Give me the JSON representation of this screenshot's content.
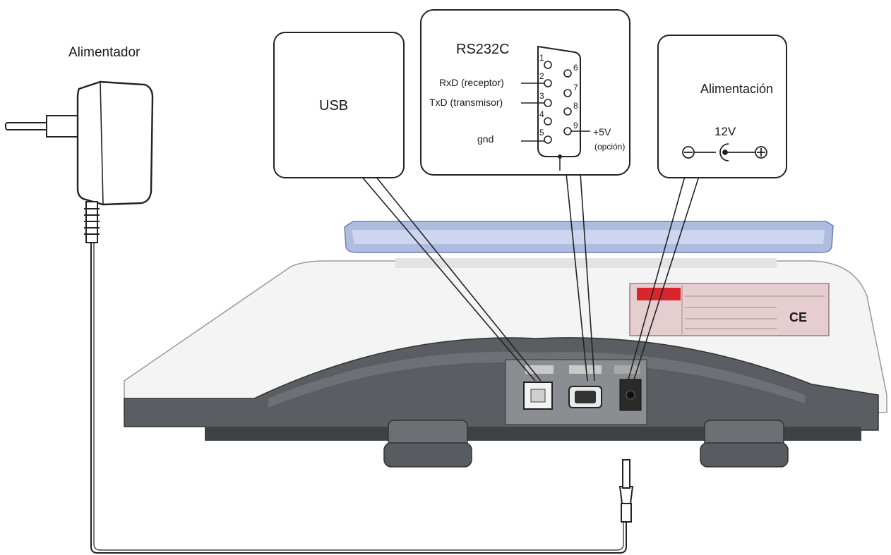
{
  "labels": {
    "adapter": "Alimentador",
    "usb": "USB",
    "rs232": "RS232C",
    "power": "Alimentación",
    "voltage": "12V"
  },
  "rs232_pins": {
    "rxd": "RxD (receptor)",
    "txd": "TxD (transmisor)",
    "gnd": "gnd",
    "vplus": "+5V",
    "vplus_note": "(opción)",
    "numbers": [
      "1",
      "2",
      "3",
      "4",
      "5",
      "6",
      "7",
      "8",
      "9"
    ]
  },
  "device_marks": {
    "ce": "CE"
  },
  "colors": {
    "scale_body": "#f4f4f4",
    "scale_base": "#5a5d61",
    "pan_tint": "#aebce0",
    "label_plate": "#e6cdd0",
    "label_red": "#d8262e",
    "outline": "#222222"
  }
}
